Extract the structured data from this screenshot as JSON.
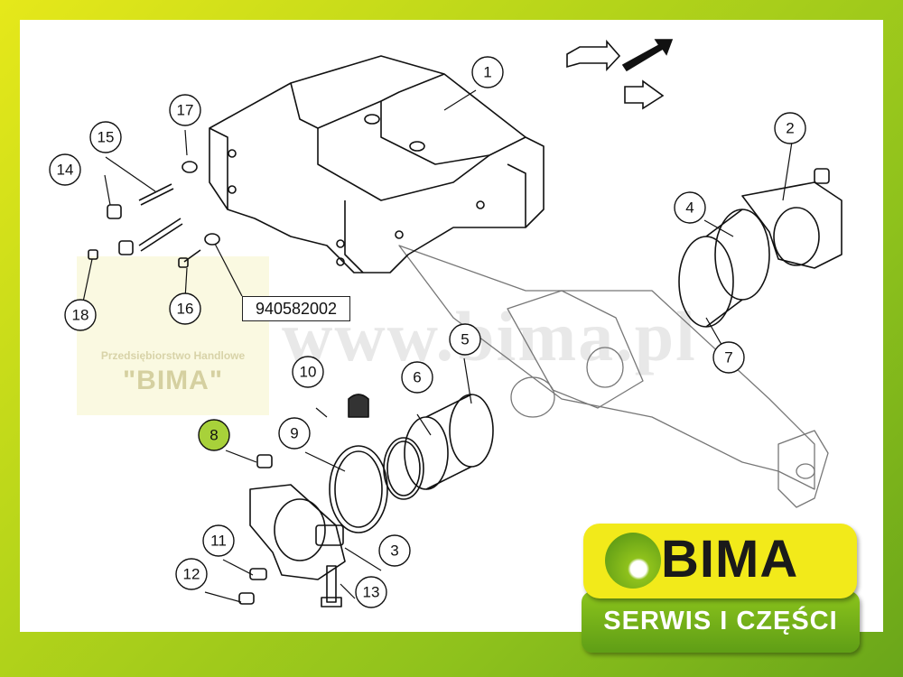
{
  "callouts": [
    {
      "id": "1",
      "label": "1"
    },
    {
      "id": "2",
      "label": "2"
    },
    {
      "id": "3",
      "label": "3"
    },
    {
      "id": "4",
      "label": "4"
    },
    {
      "id": "5",
      "label": "5"
    },
    {
      "id": "6",
      "label": "6"
    },
    {
      "id": "7",
      "label": "7"
    },
    {
      "id": "8",
      "label": "8",
      "highlighted": true
    },
    {
      "id": "9",
      "label": "9"
    },
    {
      "id": "10",
      "label": "10"
    },
    {
      "id": "11",
      "label": "11"
    },
    {
      "id": "12",
      "label": "12"
    },
    {
      "id": "13",
      "label": "13"
    },
    {
      "id": "14",
      "label": "14"
    },
    {
      "id": "15",
      "label": "15"
    },
    {
      "id": "16",
      "label": "16"
    },
    {
      "id": "17",
      "label": "17"
    },
    {
      "id": "18",
      "label": "18"
    }
  ],
  "part_code": "940582002",
  "watermark": {
    "url": "www.bima.pl",
    "company_line": "Przedsiębiorstwo Handlowe",
    "company_name": "\"BIMA\""
  },
  "logo": {
    "brand": "BIMA",
    "tagline": "SERWIS I CZĘŚCI"
  },
  "colors": {
    "highlight": "#a8d13a",
    "frame_green": "#8fc21c",
    "logo_yellow": "#f2ea1a"
  }
}
